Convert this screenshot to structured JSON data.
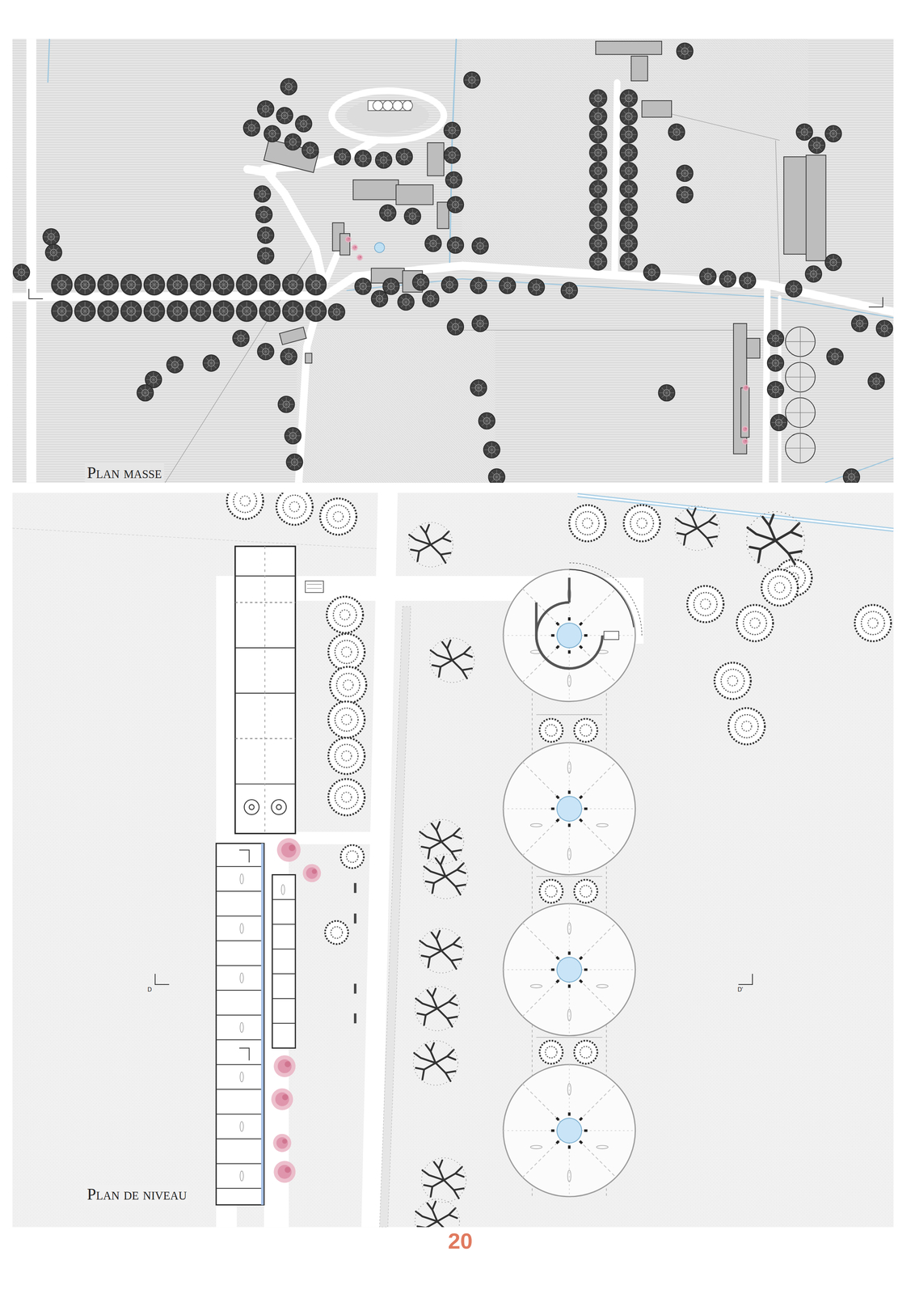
{
  "diagram": {
    "labels": [
      "Plan masse",
      "Plan de niveau",
      "D",
      "D'",
      "20"
    ]
  }
}
